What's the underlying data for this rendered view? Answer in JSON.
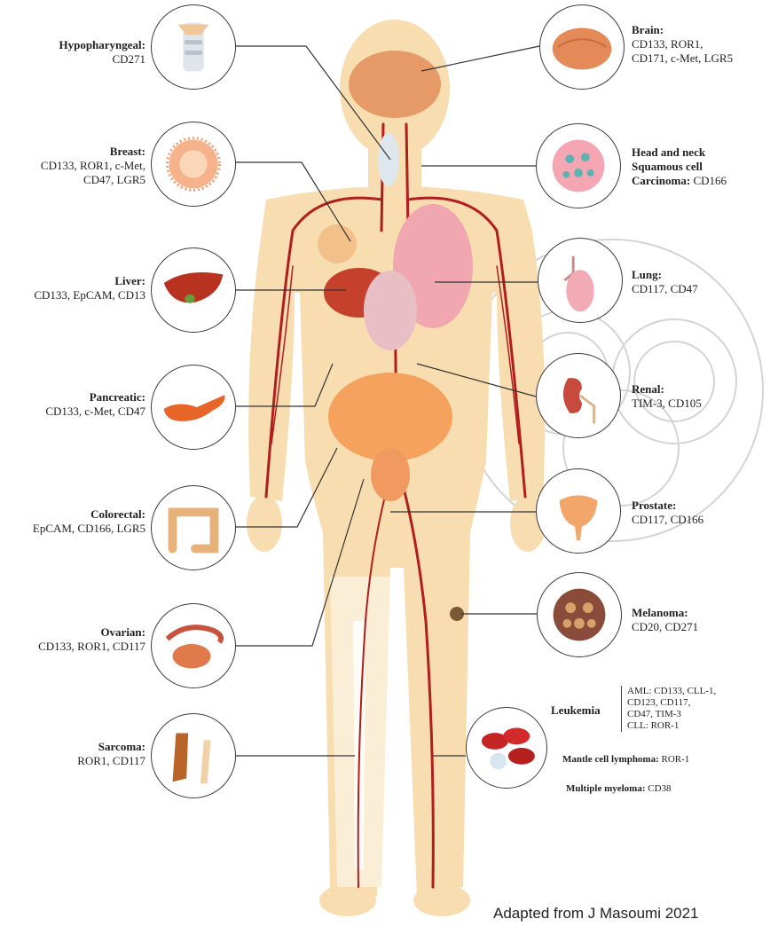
{
  "colors": {
    "skin": "#f7ddb0",
    "vessel": "#b21d1d",
    "line": "#333333",
    "watermark": "#cfcfcf"
  },
  "labels": {
    "hypopharyngeal": {
      "title": "Hypopharyngeal:",
      "markers": [
        "CD271"
      ]
    },
    "breast": {
      "title": "Breast:",
      "markers": [
        "CD133, ROR1, c-Met,",
        "CD47, LGR5"
      ]
    },
    "liver": {
      "title": "Liver:",
      "markers": [
        "CD133, EpCAM, CD13"
      ]
    },
    "pancreatic": {
      "title": "Pancreatic:",
      "markers": [
        "CD133, c-Met, CD47"
      ]
    },
    "colorectal": {
      "title": "Colorectal:",
      "markers": [
        "EpCAM, CD166, LGR5"
      ]
    },
    "ovarian": {
      "title": "Ovarian:",
      "markers": [
        "CD133, ROR1, CD117"
      ]
    },
    "sarcoma": {
      "title": "Sarcoma:",
      "markers": [
        "ROR1, CD117"
      ]
    },
    "brain": {
      "title": "Brain:",
      "markers": [
        "CD133, ROR1,",
        "CD171, c-Met, LGR5"
      ]
    },
    "headneck": {
      "title_lines": [
        "Head and neck",
        "Squamous cell"
      ],
      "title_last": "Carcinoma:",
      "markers": [
        "CD166"
      ]
    },
    "lung": {
      "title": "Lung:",
      "markers": [
        "CD117, CD47"
      ]
    },
    "renal": {
      "title": "Renal:",
      "markers": [
        "TIM-3, CD105"
      ]
    },
    "prostate": {
      "title": "Prostate:",
      "markers": [
        "CD117, CD166"
      ]
    },
    "melanoma": {
      "title": "Melanoma:",
      "markers": [
        "CD20, CD271"
      ]
    },
    "leukemia": {
      "title": "Leukemia",
      "sub": [
        "AML: CD133, CLL-1,",
        "CD123, CD117,",
        "CD47, TIM-3",
        "CLL: ROR-1"
      ],
      "mantle_title": "Mantle cell lymphoma:",
      "mantle_marker": "ROR-1",
      "myeloma_title": "Multiple myeloma:",
      "myeloma_marker": "CD38"
    }
  },
  "icons": {
    "hypopharyngeal": "larynx-icon",
    "breast": "breast-tissue-icon",
    "liver": "liver-icon",
    "pancreatic": "pancreas-icon",
    "colorectal": "colon-icon",
    "ovarian": "ovary-icon",
    "sarcoma": "bone-icon",
    "brain": "brain-icon",
    "headneck": "squamous-cell-icon",
    "lung": "lung-icon",
    "renal": "kidney-icon",
    "prostate": "prostate-icon",
    "melanoma": "melanoma-cell-icon",
    "leukemia": "blood-cells-icon"
  },
  "credit": "Adapted from J Masoumi 2021"
}
